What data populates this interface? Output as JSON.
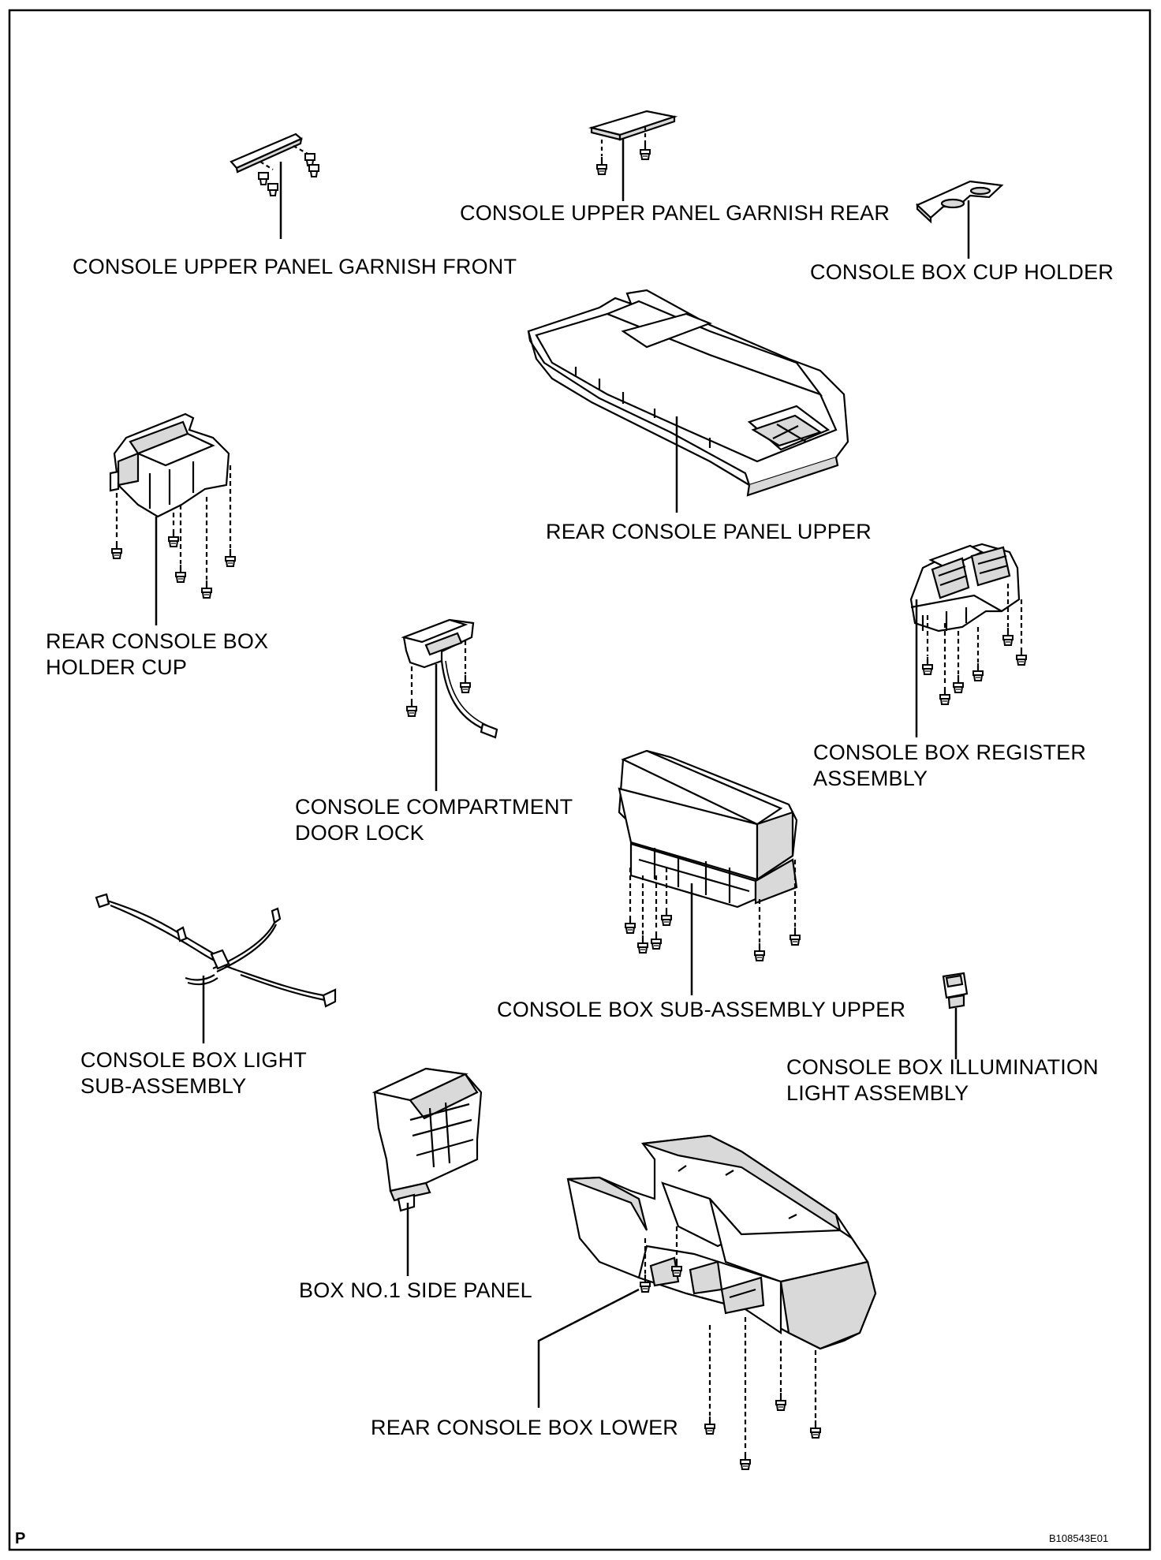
{
  "labels": {
    "garnish_front": "CONSOLE UPPER PANEL GARNISH FRONT",
    "garnish_rear": "CONSOLE UPPER PANEL GARNISH REAR",
    "cup_holder": "CONSOLE BOX CUP HOLDER",
    "panel_upper": "REAR CONSOLE PANEL UPPER",
    "box_holder_cup": [
      "REAR CONSOLE BOX",
      "HOLDER CUP"
    ],
    "register_assembly": [
      "CONSOLE BOX REGISTER",
      "ASSEMBLY"
    ],
    "door_lock": [
      "CONSOLE COMPARTMENT",
      "DOOR LOCK"
    ],
    "sub_assembly_upper": "CONSOLE BOX SUB-ASSEMBLY UPPER",
    "light_sub_assembly": [
      "CONSOLE BOX LIGHT",
      "SUB-ASSEMBLY"
    ],
    "illumination_light": [
      "CONSOLE BOX ILLUMINATION",
      "LIGHT ASSEMBLY"
    ],
    "side_panel": "BOX NO.1 SIDE PANEL",
    "box_lower": "REAR CONSOLE BOX LOWER"
  },
  "corner_mark": "P",
  "figure_id": "B108543E01",
  "colors": {
    "line": "#000000",
    "fill": "#ffffff",
    "shade": "#d9d9d9"
  }
}
